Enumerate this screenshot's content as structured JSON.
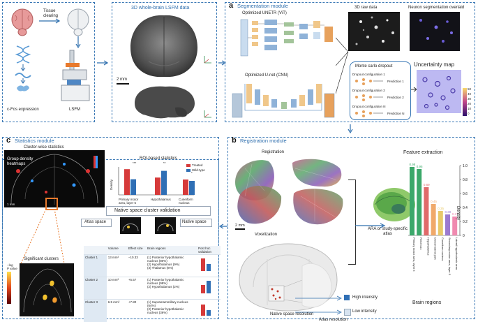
{
  "sample_panel": {
    "tissue_clearing": "Tissue\nclearing",
    "cfos_label": "c-Fos expression",
    "lsfm_label": "LSFM"
  },
  "lsfm_panel": {
    "title": "3D whole-brain LSFM data",
    "scale": "2 mm"
  },
  "seg_panel": {
    "letter": "a",
    "title": "Segmentation module",
    "unetr": "Optimized UNETR (ViT)",
    "unet": "Optimized U-net (CNN)",
    "raw": "3D raw data",
    "overlay": "Neuron segmentation overlaid",
    "mc": "Monte carlo dropout",
    "configs": [
      "Dropout configuration 1",
      "Dropout configuration 2",
      "Dropout configuration N"
    ],
    "preds": [
      "Prediction 1",
      "Prediction 2",
      "Prediction N"
    ],
    "uncertainty": "Uncertainty map",
    "colorbar_ticks": [
      "50",
      "40",
      "30",
      "20",
      "10",
      "0"
    ]
  },
  "stats_panel": {
    "letter": "c",
    "title": "Statistics module",
    "cluster_stats": "Cluster-wise statistics",
    "density": "Group density\nheatmaps",
    "roi": "ROI-based statistics",
    "legend": [
      "Treated",
      "Wild-type"
    ],
    "ylabel": "Density",
    "categories": [
      "Primary motor\narea, layer 5",
      "Hypothalamus",
      "Cuneiform\nnucleus"
    ],
    "sig_markers": [
      "***",
      "**",
      "*"
    ],
    "native_validation": "Native space cluster validation",
    "atlas_space": "Atlas space",
    "native_space": "Native space",
    "significant": "Significant clusters",
    "log_p": "−log\nP value",
    "table_headers": [
      "Volume",
      "Effect size",
      "Brain regions",
      "Post hoc validation"
    ],
    "clusters": [
      {
        "name": "Cluster 1",
        "volume": "13 mm³",
        "effect": "−10.33",
        "regions": "(1) Posterior hypothalamic nucleus (80%)\n(2) Hypothalamus (9%)\n(3) Thalamus (6%)"
      },
      {
        "name": "Cluster 2",
        "volume": "10 mm³",
        "effect": "+5.57",
        "regions": "(1) Posterior hypothalamic nucleus (98%)\n(2) Hypothalamus (2%)"
      },
      {
        "name": "Cluster 3",
        "volume": "6.5 mm³",
        "effect": "+7.80",
        "regions": "(1) Supramammillary nucleus (64%)\n(2) Posterior hypothalamic nucleus (36%)"
      }
    ],
    "scale": "1 mm"
  },
  "reg_panel": {
    "letter": "b",
    "title": "Registration module",
    "registration": "Registration",
    "scale": "2 mm",
    "voxelization": "Voxelization",
    "high": "High intensity",
    "low": "Low intensity",
    "atlas_res": "Atlas resolution",
    "native_res": "Native space resolution",
    "ara": "ARA or study-specific\natlas",
    "feature": "Feature extraction",
    "brain_regions": "Brain regions",
    "density_axis": "Density"
  },
  "colors": {
    "panel_border": "#3a78b5",
    "treated": "#d63a3a",
    "wildtype": "#2f6fb5",
    "bar_green": "#3ba86a"
  },
  "chart_data": [
    {
      "type": "bar",
      "title": "ROI-based statistics",
      "ylabel": "Density",
      "categories": [
        "Primary motor area, layer 5",
        "Hypothalamus",
        "Cuneiform nucleus"
      ],
      "series": [
        {
          "name": "Treated",
          "values": [
            0.92,
            0.62,
            0.55
          ]
        },
        {
          "name": "Wild-type",
          "values": [
            0.56,
            0.86,
            0.5
          ]
        }
      ],
      "ylim": [
        0,
        1
      ]
    },
    {
      "type": "bar",
      "title": "Feature extraction",
      "xlabel": "Brain regions",
      "ylabel": "Density",
      "categories": [
        "Primary motor area, layer 5",
        "Field CA1",
        "Hypothalamus",
        "Dorsal lateral part",
        "Cuneiform nucleus",
        "Secondary motor area, layer 5",
        "Lateral hypothalamic area"
      ],
      "values": [
        0.98,
        0.95,
        0.69,
        0.45,
        0.35,
        0.3,
        0.27
      ],
      "value_labels": [
        "0.98",
        "0.95",
        "0.69",
        "0.45",
        "0.35",
        "0.30",
        "0.27"
      ],
      "ylim": [
        0,
        1
      ],
      "yticks": [
        "0",
        "0.2",
        "0.4",
        "0.6",
        "0.8",
        "1.0"
      ]
    }
  ]
}
